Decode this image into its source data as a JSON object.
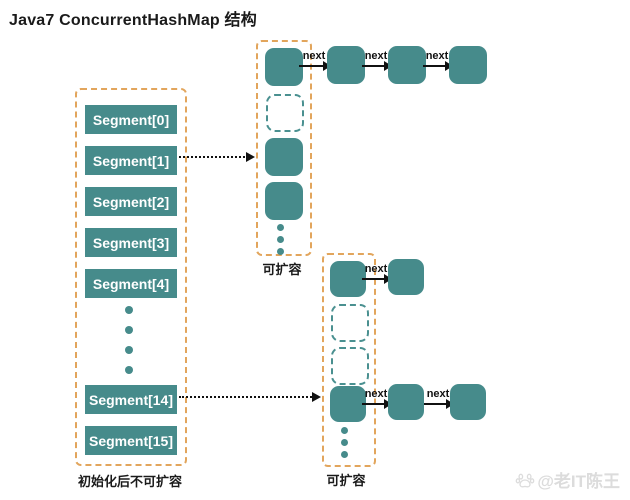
{
  "title": "Java7 ConcurrentHashMap 结构",
  "colors": {
    "node_teal": "#468b8b",
    "dash_orange": "#e2a55c",
    "empty_slot_dash_teal": "#4a9090",
    "arrow_black": "#111111",
    "watermark_gray": "#dcdcdc",
    "background": "#ffffff"
  },
  "segment_table": {
    "items_top": [
      "Segment[0]",
      "Segment[1]",
      "Segment[2]",
      "Segment[3]",
      "Segment[4]"
    ],
    "items_bottom": [
      "Segment[14]",
      "Segment[15]"
    ],
    "caption": "初始化后不可扩容"
  },
  "chains": {
    "next_label": "next",
    "expandable_caption_top": "可扩容",
    "expandable_caption_bottom": "可扩容"
  },
  "watermark": {
    "icon": "paw-icon",
    "text": "@老IT陈王"
  }
}
